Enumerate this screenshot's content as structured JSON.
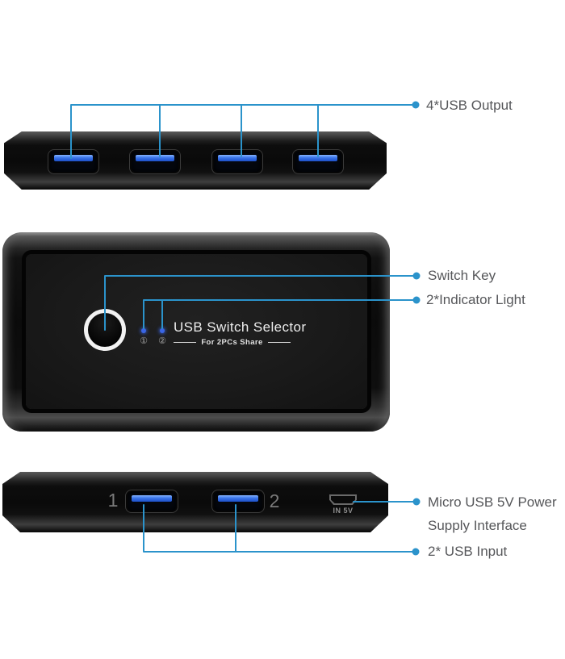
{
  "callouts": {
    "usb_output": "4*USB Output",
    "switch_key": "Switch Key",
    "indicator_light": "2*Indicator Light",
    "micro_usb_line1": "Micro USB 5V Power",
    "micro_usb_line2": "Supply Interface",
    "usb_input": "2* USB Input"
  },
  "device_face": {
    "title": "USB Switch Selector",
    "tagline": "For 2PCs Share",
    "led1_label": "①",
    "led2_label": "②"
  },
  "bottom_device": {
    "port1_label": "1",
    "port2_label": "2",
    "power_port_label": "IN 5V"
  },
  "colors": {
    "callout_blue": "#2B93CB",
    "label_gray": "#56575A",
    "led_blue": "#3A66E6",
    "usb_tongue_blue": "#3A74EA",
    "device_black": "#0B0B0B"
  }
}
